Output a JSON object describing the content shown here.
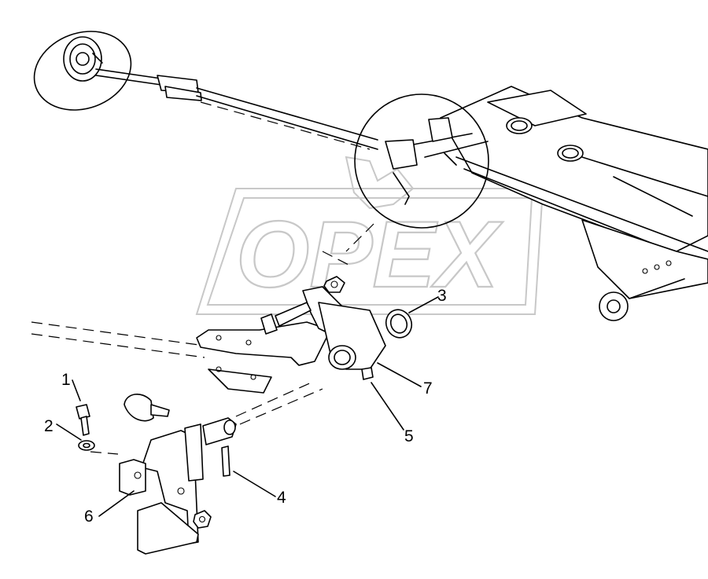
{
  "watermark": {
    "brand": "OPEX"
  },
  "callouts": [
    {
      "id": "1",
      "label": "1"
    },
    {
      "id": "2",
      "label": "2"
    },
    {
      "id": "3",
      "label": "3"
    },
    {
      "id": "4",
      "label": "4"
    },
    {
      "id": "5",
      "label": "5"
    },
    {
      "id": "6",
      "label": "6"
    },
    {
      "id": "7",
      "label": "7"
    }
  ]
}
